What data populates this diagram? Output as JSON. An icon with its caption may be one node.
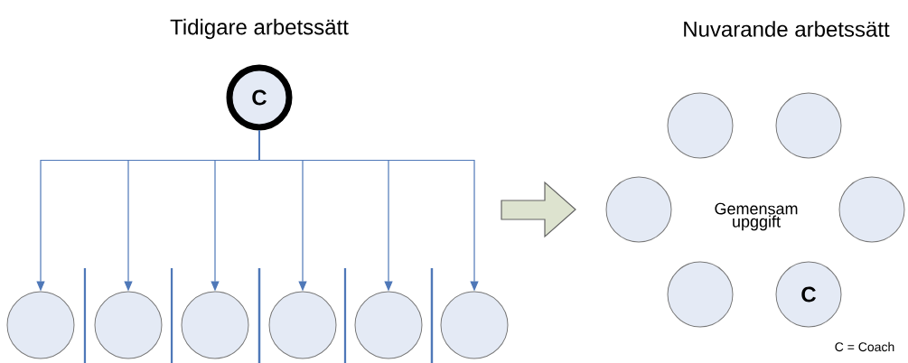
{
  "diagram": {
    "nodes": [
      {
        "text": [
          "C"
        ]
      },
      {
        "text": [],
        "shape": "circle"
      },
      {
        "text": [],
        "shape": "circle"
      },
      {
        "text": [],
        "shape": "circle"
      },
      {
        "text": [],
        "shape": "circle"
      },
      {
        "text": [],
        "shape": "circle"
      },
      {
        "text": [],
        "shape": "circle"
      },
      {
        "text": [],
        "shape": "circle"
      },
      {
        "text": [],
        "shape": "circle"
      },
      {
        "text": [],
        "shape": "circle"
      },
      {
        "text": [],
        "shape": "circle"
      },
      {
        "text": [],
        "shape": "circle"
      },
      {
        "text": [
          "C"
        ]
      }
    ],
    "edges": [
      {
        "from": 0,
        "to": 1,
        "arrow": "to"
      },
      {
        "from": 0,
        "to": 2,
        "arrow": "to"
      },
      {
        "from": 0,
        "to": 3,
        "arrow": "to"
      },
      {
        "from": 0,
        "to": 4,
        "arrow": "to"
      },
      {
        "from": 0,
        "to": 5,
        "arrow": "to"
      },
      {
        "from": 0,
        "to": 6,
        "arrow": "to"
      }
    ],
    "labels": [
      "Tidigare arbetssätt",
      "Nuvarande arbetssätt",
      "Gemensam upggift",
      "C = Coach"
    ]
  }
}
